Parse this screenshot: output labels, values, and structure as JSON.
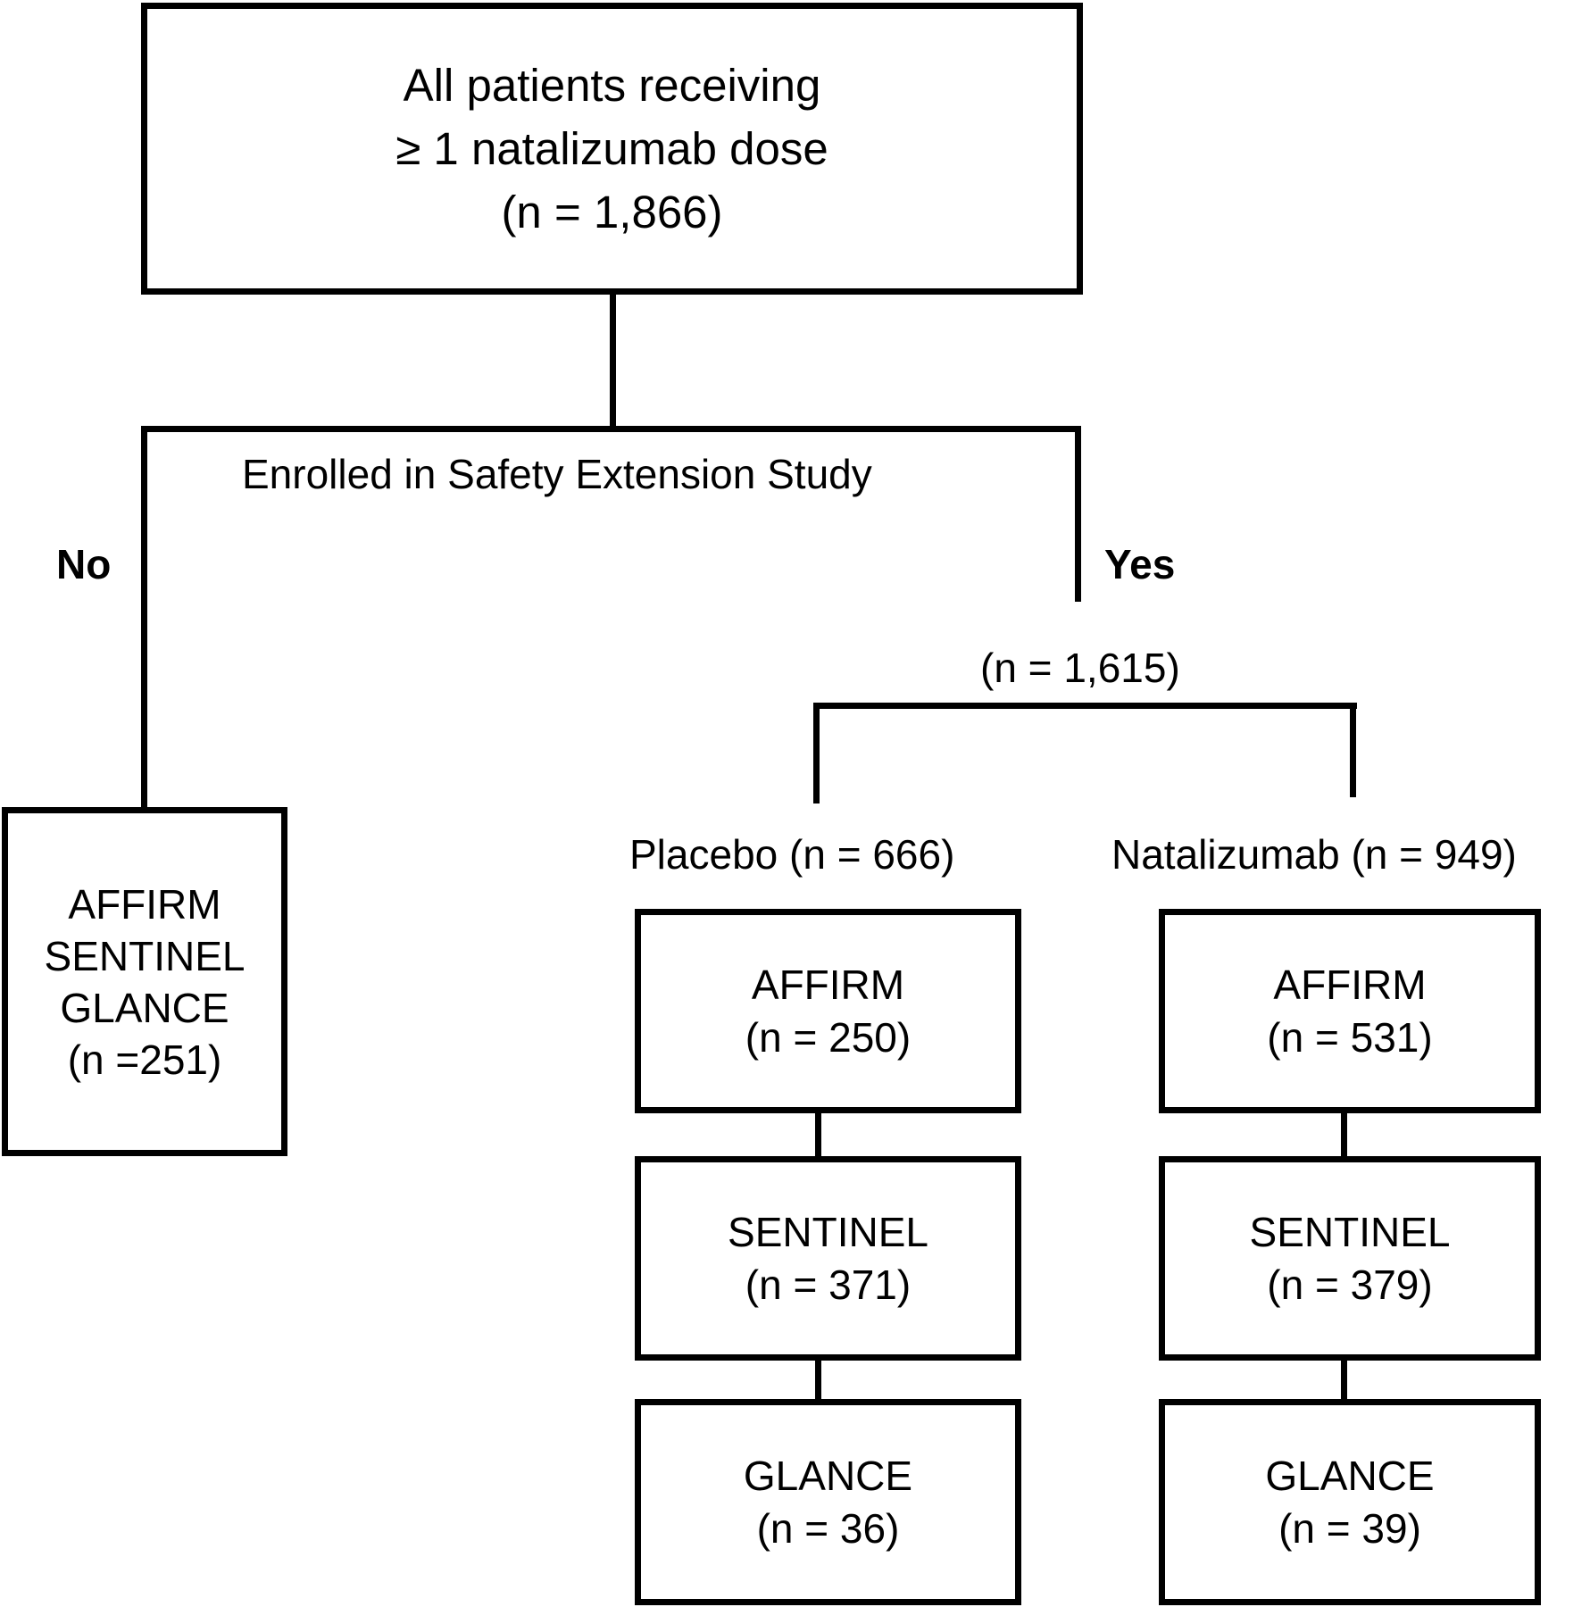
{
  "root": {
    "lines": [
      "All patients receiving",
      "≥ 1 natalizumab dose",
      "(n = 1,866)"
    ]
  },
  "branch_question": "Enrolled in Safety Extension Study",
  "no_branch": {
    "label": "No",
    "lines": [
      "AFFIRM",
      "SENTINEL",
      "GLANCE",
      "(n =251)"
    ]
  },
  "yes_branch": {
    "label": "Yes",
    "count": "(n = 1,615)",
    "placebo": {
      "header": "Placebo (n = 666)",
      "studies": [
        {
          "name": "AFFIRM",
          "n": "(n = 250)"
        },
        {
          "name": "SENTINEL",
          "n": "(n = 371)"
        },
        {
          "name": "GLANCE",
          "n": "(n = 36)"
        }
      ]
    },
    "natalizumab": {
      "header": "Natalizumab (n = 949)",
      "studies": [
        {
          "name": "AFFIRM",
          "n": "(n = 531)"
        },
        {
          "name": "SENTINEL",
          "n": "(n = 379)"
        },
        {
          "name": "GLANCE",
          "n": "(n = 39)"
        }
      ]
    }
  },
  "colors": {
    "line": "#000000",
    "background": "#ffffff",
    "text": "#000000"
  }
}
